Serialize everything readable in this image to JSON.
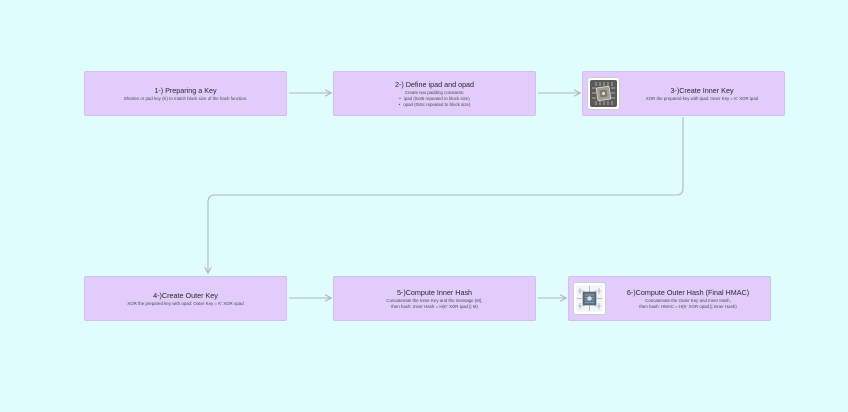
{
  "diagram": {
    "nodes": [
      {
        "id": "step1",
        "title": "1-) Preparing a Key",
        "lines": [
          "Shorten or pad key (K) to match block size of the hash function."
        ]
      },
      {
        "id": "step2",
        "title": "2-) Define ipad and opad",
        "lines": [
          "Create two padding constants:"
        ],
        "bullets": [
          "ipad (0x36 repeated to block size)",
          "opad (0x5c repeated to block size)"
        ]
      },
      {
        "id": "step3",
        "title": "3-)Create Inner Key",
        "lines": [
          "XOR the prepared key with ipad: Inner Key = K' XOR ipad"
        ],
        "icon": "processor-chip-icon"
      },
      {
        "id": "step4",
        "title": "4-)Create Outer Key",
        "lines": [
          "XOR the prepared key with opad: Outer Key = K' XOR opad"
        ]
      },
      {
        "id": "step5",
        "title": "5-)Compute Inner Hash",
        "lines": [
          "Concatenate the Inner Key and the message (M),",
          "then hash: Inner Hash = H(K' XOR ipad || M)"
        ]
      },
      {
        "id": "step6",
        "title": "6-)Compute Outer Hash (Final HMAC)",
        "lines": [
          "Concatenate the Outer Key and Inner Hash,",
          "then hash: HMAC = H(K' XOR opad || Inner Hash)"
        ],
        "icon": "circuit-board-icon"
      }
    ]
  }
}
